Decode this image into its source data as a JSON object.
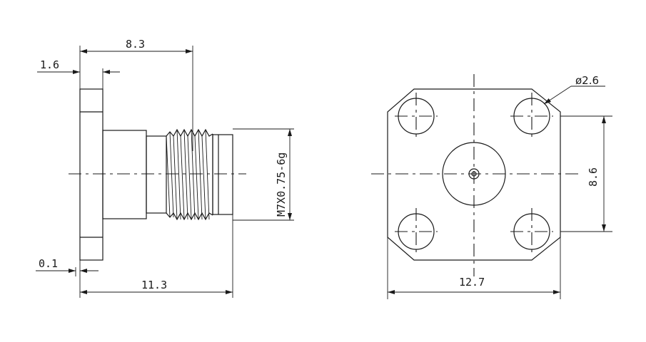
{
  "side_view": {
    "dim_overall_top": "8.3",
    "dim_flange_thickness": "1.6",
    "dim_gap": "0.1",
    "dim_overall_bottom": "11.3",
    "thread_spec": "M7X0.75-6g"
  },
  "front_view": {
    "dim_hole_diameter": "ø2.6",
    "dim_hole_spacing": "8.6",
    "dim_flange_width": "12.7"
  }
}
